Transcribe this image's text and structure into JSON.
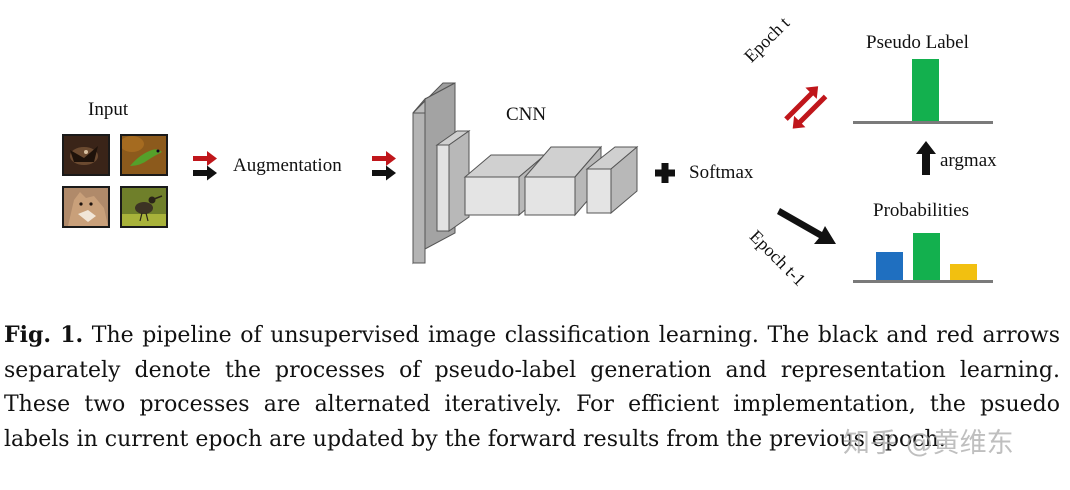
{
  "figure": {
    "input_label": "Input",
    "augmentation_label": "Augmentation",
    "cnn_label": "CNN",
    "softmax_label": "Softmax",
    "pseudo_label_title": "Pseudo Label",
    "probabilities_title": "Probabilities",
    "argmax_label": "argmax",
    "epoch_t_label": "Epoch t",
    "epoch_t_minus_1_label": "Epoch t-1",
    "thumbnails": [
      "bat-photo",
      "lizard-photo",
      "wolf-photo",
      "bird-photo"
    ],
    "probability_bars": [
      {
        "value": 0.55,
        "color": "#1f6fc0"
      },
      {
        "value": 1.0,
        "color": "#13b04e"
      },
      {
        "value": 0.35,
        "color": "#f2c010"
      }
    ],
    "pseudo_label_bar": {
      "value": 1.0,
      "color": "#13b04e"
    },
    "colors": {
      "red_arrow": "#c0161b",
      "black_arrow": "#111111",
      "block_face": "#e2e2e2",
      "block_dark": "#a9a9a9"
    }
  },
  "caption": {
    "fig_label": "Fig. 1.",
    "text": "The pipeline of unsupervised image classification learning. The black and red arrows separately denote the processes of pseudo-label generation and representation learning. These two processes are alternated iteratively. For efficient implementation, the psuedo labels in current epoch are updated by the forward results from the previous epoch."
  },
  "watermark": "知乎 @黄维东"
}
